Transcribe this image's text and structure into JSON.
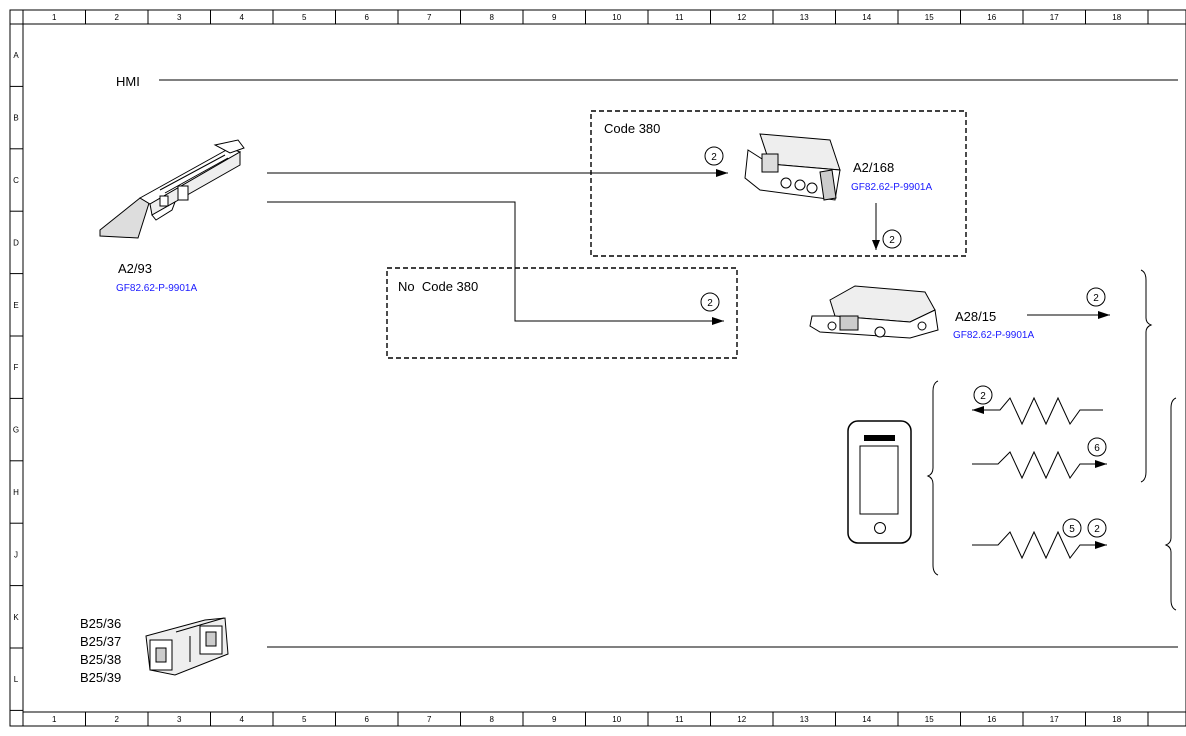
{
  "grid": {
    "columns": [
      "1",
      "2",
      "3",
      "4",
      "5",
      "6",
      "7",
      "8",
      "9",
      "10",
      "11",
      "12",
      "13",
      "14",
      "15",
      "16",
      "17",
      "18"
    ],
    "rows": [
      "A",
      "B",
      "C",
      "D",
      "E",
      "F",
      "G",
      "H",
      "J",
      "K",
      "L"
    ]
  },
  "hmi_label": "HMI",
  "code380_box": {
    "label": "Code 380"
  },
  "no_code380_box": {
    "label": "No  Code 380"
  },
  "components": {
    "a2_93": {
      "id": "A2/93",
      "ref": "GF82.62-P-9901A"
    },
    "a2_168": {
      "id": "A2/168",
      "ref": "GF82.62-P-9901A"
    },
    "a28_15": {
      "id": "A28/15",
      "ref": "GF82.62-P-9901A"
    },
    "b25": {
      "ids": [
        "B25/36",
        "B25/37",
        "B25/38",
        "B25/39"
      ]
    }
  },
  "markers": {
    "m_code380_arrow": "2",
    "m_a2168_down": "2",
    "m_nocode380_arrow": "2",
    "m_a2815_out": "2",
    "m_wave1": "2",
    "m_wave2": "6",
    "m_wave3a": "5",
    "m_wave3b": "2"
  },
  "colors": {
    "line": "#000000",
    "reference_link": "#1a1aff"
  }
}
